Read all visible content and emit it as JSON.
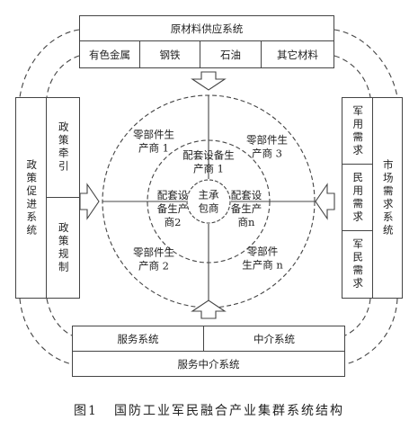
{
  "supply": {
    "title": "原材料供应系统",
    "items": [
      "有色金属",
      "钢铁",
      "石油",
      "其它材料"
    ]
  },
  "policy": {
    "title": "政策促进系统",
    "items": [
      "政策牵引",
      "政策规制"
    ]
  },
  "market": {
    "title": "市场需求系统",
    "items": [
      "军用需求",
      "民用需求",
      "军民需求"
    ]
  },
  "service": {
    "title": "服务中介系统",
    "items": [
      "服务系统",
      "中介系统"
    ]
  },
  "core": {
    "center": [
      "主承",
      "包商"
    ],
    "inner": [
      [
        "配套设备生",
        "产商 1"
      ],
      [
        "配套设",
        "备生产",
        "商2"
      ],
      [
        "配套设",
        "备生产",
        "商n"
      ]
    ],
    "outer": [
      [
        "零部件生",
        "产商 1"
      ],
      [
        "零部件生",
        "产商 3"
      ],
      [
        "零部件",
        "生产商 n"
      ],
      [
        "零部件生",
        "产商 2"
      ]
    ]
  },
  "caption": {
    "number": "图1",
    "text": "国防工业军民融合产业集群系统结构"
  }
}
